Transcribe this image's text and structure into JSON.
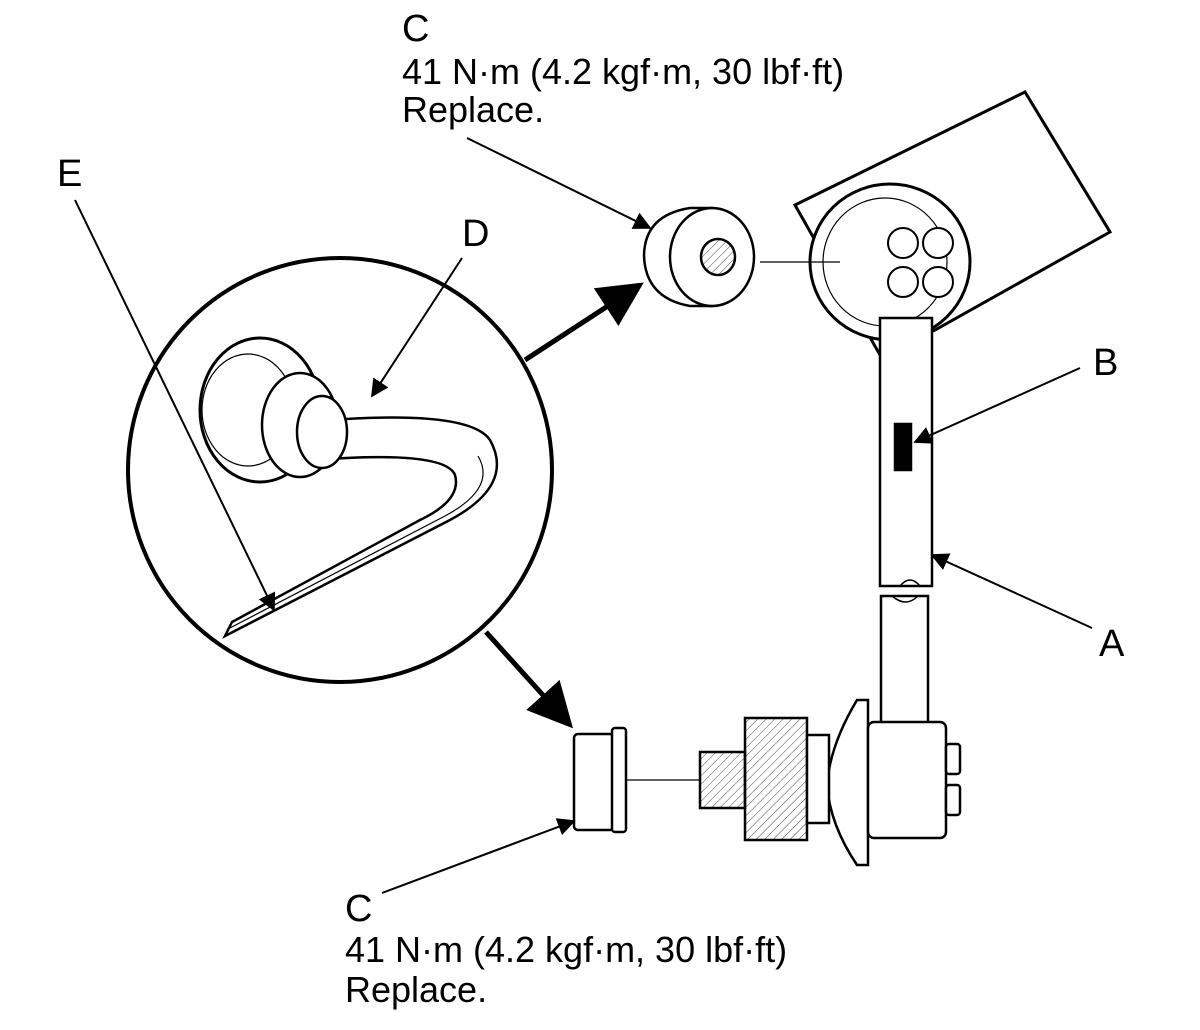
{
  "callouts": {
    "a": {
      "letter": "A"
    },
    "b": {
      "letter": "B"
    },
    "d": {
      "letter": "D"
    },
    "e": {
      "letter": "E"
    },
    "c_top": {
      "letter": "C",
      "torque": "41 N·m (4.2 kgf·m, 30 lbf·ft)",
      "note": "Replace."
    },
    "c_bottom": {
      "letter": "C",
      "torque": "41 N·m (4.2 kgf·m, 30 lbf·ft)",
      "note": "Replace."
    }
  },
  "colors": {
    "ink": "#000000",
    "paper": "#ffffff",
    "shade": "#e6e6e6"
  }
}
